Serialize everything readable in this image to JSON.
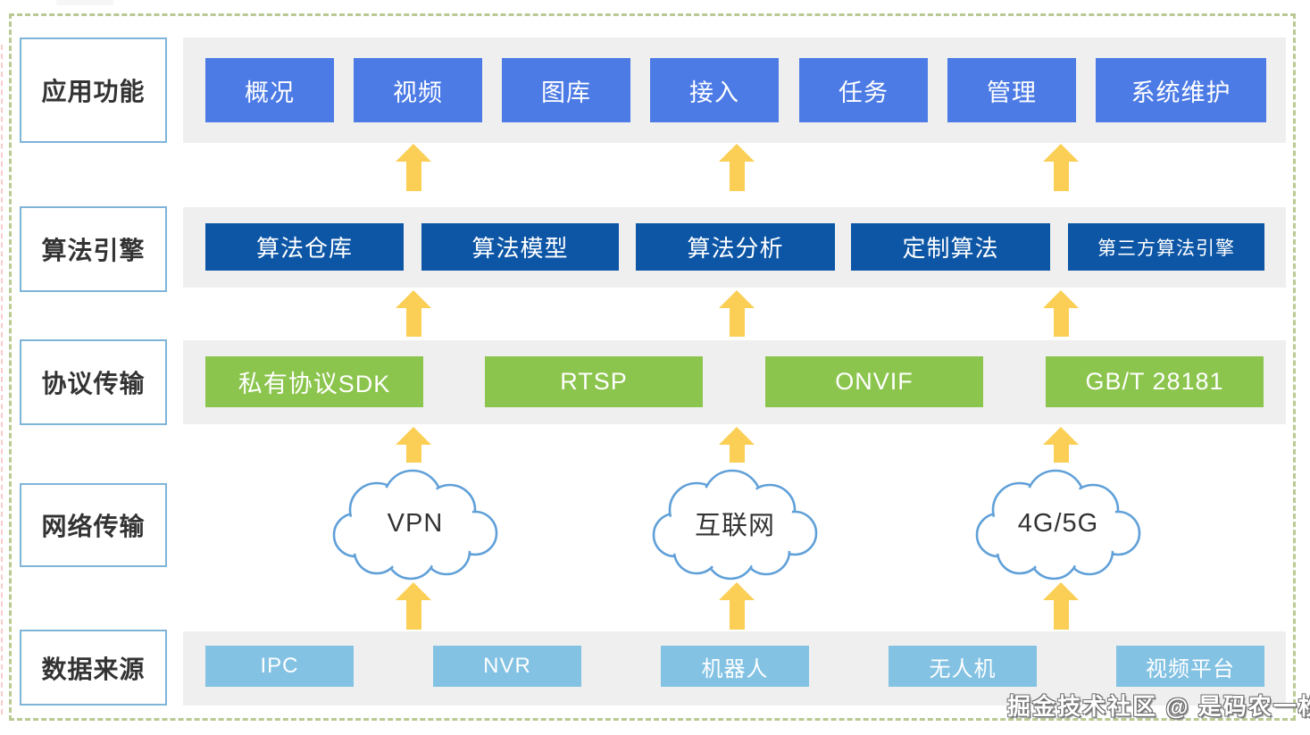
{
  "diagram": {
    "watermark": "掘金技术社区 @ 是码农一枚",
    "rows": [
      {
        "label": "应用功能",
        "items": [
          "概况",
          "视频",
          "图库",
          "接入",
          "任务",
          "管理",
          "系统维护"
        ]
      },
      {
        "label": "算法引擎",
        "items": [
          "算法仓库",
          "算法模型",
          "算法分析",
          "定制算法",
          "第三方算法引擎"
        ]
      },
      {
        "label": "协议传输",
        "items": [
          "私有协议SDK",
          "RTSP",
          "ONVIF",
          "GB/T 28181"
        ]
      },
      {
        "label": "网络传输",
        "items": [
          "VPN",
          "互联网",
          "4G/5G"
        ]
      },
      {
        "label": "数据来源",
        "items": [
          "IPC",
          "NVR",
          "机器人",
          "无人机",
          "视频平台"
        ]
      }
    ],
    "colors": {
      "app_button": "#4c7be6",
      "engine_button": "#0d56a6",
      "protocol_button": "#8cc54e",
      "source_button": "#83c2e3",
      "row_strip": "#efefef",
      "label_box_border": "#7fb4d9",
      "outer_dashed_border": "#b9ca92",
      "arrow": "#fbcf56",
      "cloud_outline": "#60a0d8"
    }
  }
}
